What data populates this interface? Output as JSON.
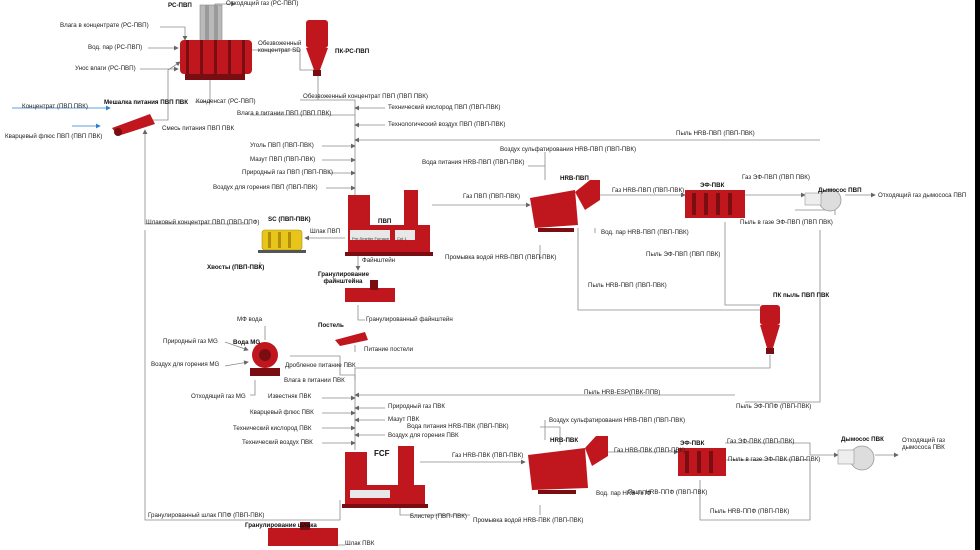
{
  "colors": {
    "equipment": "#c0161e",
    "equipment_dark": "#7a0d12",
    "line": "#8a8a8a",
    "arrow_blue": "#2a7fd0",
    "accent_yellow": "#e8c51a"
  },
  "labels": {
    "rs_pvp": "РС-ПВП",
    "offgas_rs": "Отходящий газ (РС-ПВП)",
    "moist_conc": "Влага в концентрате (РС-ПВП)",
    "steam_rs": "Вод. пар (РС-ПВП)",
    "moist_carry": "Унос влаги (РС-ПВП)",
    "dewater_conc": "Обезвоженный концентрат SD",
    "pk_rs_pvp": "ПК-РС-ПВП",
    "mixer": "Мешалка питания ПВП ПВК",
    "concentrate": "Концентрат (ПВП ПВК)",
    "quartz_pvp": "Кварцевый флюс ПВП (ПВП ПВК)",
    "feed_mix": "Смесь питания ПВП ПВК",
    "condensate": "Конденсат (РС-ПВП)",
    "dewater_conc2": "Обезвоженный концентрат ПВП (ПВП ПВК)",
    "moist_feed": "Влага в питании ПВП (ПВП ПВК)",
    "tech_oxy_pvp": "Технический кислород ПВП (ПВП-ПВК)",
    "tech_air_pvp": "Технологический воздух ПВП (ПВП-ПВК)",
    "coal": "Уголь ПВП (ПВП-ПВК)",
    "fuel_oil": "Мазут ПВП (ПВП-ПВК)",
    "natgas_pvp": "Природный газ ПВП (ПВП-ПВК)",
    "comb_air_pvp": "Воздух для горения ПВП (ПВП-ПВК)",
    "dust_hrb_pvp": "Пыль HRB-ПВП (ПВП-ПВК)",
    "sulf_air": "Воздух сульфатирования HRB-ПВП (ПВП-ПВК)",
    "feed_water": "Вода питания HRB-ПВП (ПВП-ПВК)",
    "hrb_pvp": "HRB-ПВП",
    "gas_pvp": "Газ ПВП (ПВП-ПВК)",
    "gas_hrb_pvp": "Газ HRB-ПВП (ПВП-ПВК)",
    "ef_pvk": "ЭФ-ПВК",
    "gas_ef_pvp": "Газ ЭФ-ПВП (ПВП ПВК)",
    "fan_pvp": "Дымосос ПВП",
    "offgas_fan_pvp": "Отходящий газ дымососа ПВП",
    "dust_in_gas_ef": "Пыль в газе ЭФ-ПВП (ПВП ПВК)",
    "steam_hrb": "Вод. пар HRB-ПВП (ПВП-ПВК)",
    "dust_ef_pvp": "Пыль ЭФ-ПВП (ПВП ПВК)",
    "slag_conc": "Шлаковый концентрат ПВП (ПВП-ППФ)",
    "sc": "SC (ПВП-ПВК)",
    "slag_pvp": "Шлак ПВП",
    "pvp": "ПВП",
    "tailings": "Хвосты (ПВП-ПВК)",
    "matte": "Файнштейн",
    "gran_matte_t": "Гранулирование файнштейна",
    "wash_water": "Промывка водой HRB-ПВП (ПВП-ПВК)",
    "dust_hrb2": "Пыль HRB-ПВП (ПВП-ПВК)",
    "pk_dust": "ПК пыль ПВП ПВК",
    "gran_matte": "Гранулированный файнштейн",
    "bed": "Постель",
    "bed_feed": "Питание постели",
    "mf_water": "МФ вода",
    "natgas_mg": "Природный газ MG",
    "water_mg": "Вода MG",
    "comb_air_mg": "Воздух для горения MG",
    "crushed_feed": "Дробленое питание ПВК",
    "moist_pvk": "Влага в питании ПВК",
    "offgas_mg": "Отходящий газ MG",
    "limestone": "Известняк ПВК",
    "dust_hrb_esp": "Пыль HRB-ESP(ПВК-ППВ)",
    "dust_ef_ppf": "Пыль ЭФ-ППФ (ПВП-ПВК)",
    "quartz_pvk": "Кварцевый флюс ПВК",
    "natgas_pvk": "Природный газ ПВК",
    "fuel_pvk": "Мазут ПВК",
    "tech_oxy_pvk": "Технический кислород ПВК",
    "feed_water_pvk": "Вода питания HRB-ПВК (ПВП-ПВК)",
    "sulf_air_pvk": "Воздух сульфатирования HRB-ПВП (ПВП-ПВК)",
    "tech_air_pvk": "Технический воздух ПВК",
    "comb_air_pvk": "Воздух для горения ПВК",
    "hrb_pvk": "HRB-ПВК",
    "ef_pvk2": "ЭФ-ПВК",
    "gas_ef_pvk": "Газ ЭФ-ПВК (ПВП-ПВК)",
    "fan_pvk": "Дымосос ПВК",
    "offgas_fan_pvk": "Отходящий газ дымососа ПВК",
    "gas_hrb_pvk": "Газ HRB-ПВК (ПВП-ПВК)",
    "gas_pvk": "Газ HRB-ПВК (ПВП-ПВК)",
    "dust_in_gas_pvk": "Пыль в газе ЭФ-ПВК (ПВП-ПВК)",
    "fcf": "FCF",
    "steam_hrb_ppf": "Вод. пар HRB-ППФ",
    "dust_hrb_pvk": "Пыль HRB-ППФ (ПВП-ПВК)",
    "blister": "Блистер (ПВП-ПВК)",
    "wash_water_pvk": "Промывка водой HRB-ПВК (ПВП-ПВК)",
    "dust_hrb_ppf": "Пыль HRB-ППФ (ПВП-ПВК)",
    "gran_slag_ppf": "Гранулированный шлак ППФ (ПВП-ПВК)",
    "gran_slag_t": "Гранулирование шлака",
    "slag_pvk": "Шлак ПВК",
    "furnace_sign": "Pre-Smelter Furnace",
    "furnace_sign2": "Cpt 1"
  }
}
